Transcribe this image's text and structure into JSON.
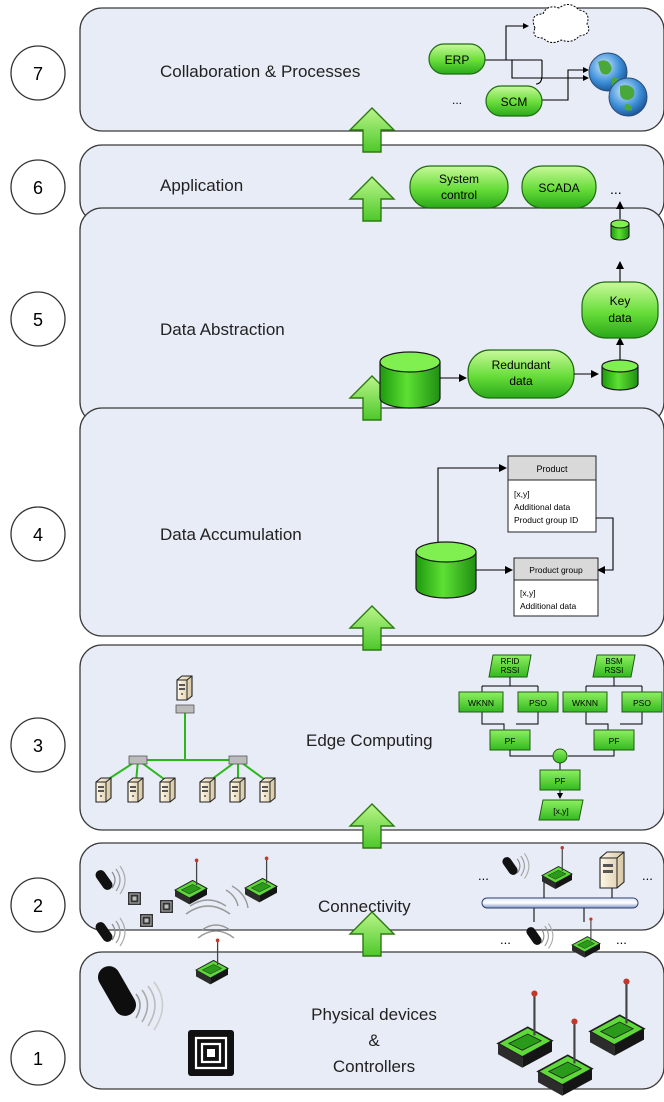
{
  "layers": [
    {
      "number": "7",
      "title": "Collaboration & Processes"
    },
    {
      "number": "6",
      "title": "Application"
    },
    {
      "number": "5",
      "title": "Data Abstraction"
    },
    {
      "number": "4",
      "title": "Data Accumulation"
    },
    {
      "number": "3",
      "title": "Edge Computing"
    },
    {
      "number": "2",
      "title": "Connectivity"
    },
    {
      "number": "1",
      "title_lines": [
        "Physical devices",
        "&",
        "Controllers"
      ]
    }
  ],
  "collaboration": {
    "erp": "ERP",
    "scm": "SCM",
    "ellipsis": "..."
  },
  "application": {
    "system_control": [
      "System",
      "control"
    ],
    "scada": "SCADA",
    "ellipsis": "..."
  },
  "abstraction": {
    "redundant": [
      "Redundant",
      "data"
    ],
    "key": [
      "Key",
      "data"
    ]
  },
  "accumulation": {
    "product_title": "Product",
    "product_fields": [
      "[x,y]",
      "Additional data",
      "Product group ID"
    ],
    "group_title": "Product group",
    "group_fields": [
      "[x,y]",
      "Additional data"
    ]
  },
  "edge": {
    "rfid": [
      "RFID",
      "RSSI"
    ],
    "bsm": [
      "BSM",
      "RSSI"
    ],
    "wknn": "WKNN",
    "pso": "PSO",
    "pf": "PF",
    "xy": "[x,y]"
  },
  "connectivity": {
    "ellipsis": "..."
  },
  "colors": {
    "layer_fill": "#e8ecf6",
    "layer_stroke": "#3b3b3b",
    "green_light": "#b6f58a",
    "green": "#2ebe1c",
    "green_dark": "#168a0d",
    "header_gray": "#d9d9d9"
  }
}
